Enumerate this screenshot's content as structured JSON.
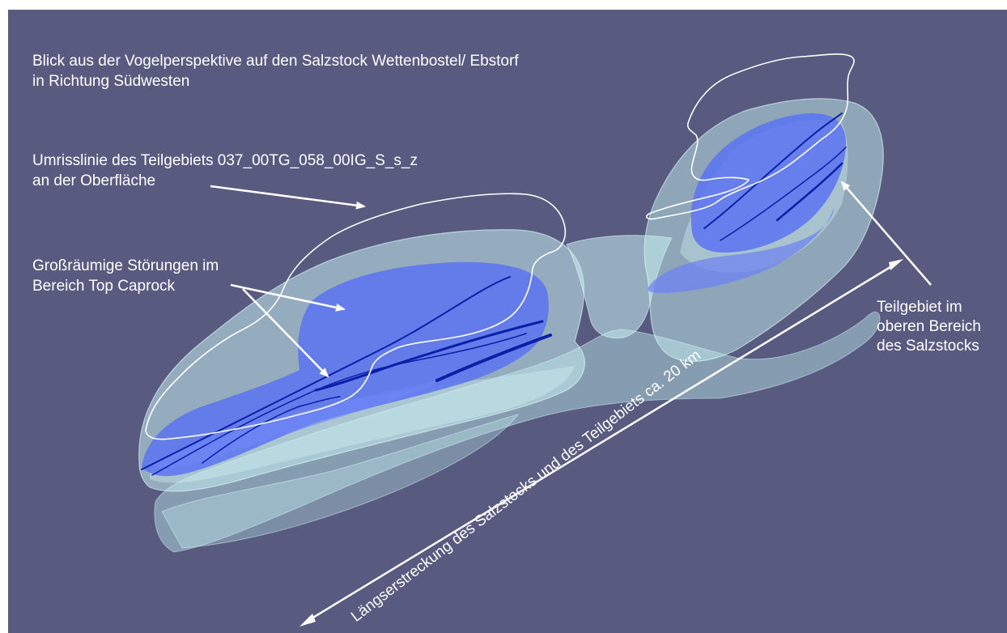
{
  "figure": {
    "title_lines": [
      "Blick aus der Vogelperspektive auf den  Salzstock Wettenbostel/ Ebstorf",
      "in Richtung Südwesten"
    ],
    "outline_label_lines": [
      "Umrisslinie des Teilgebiets 037_00TG_058_00IG_S_s_z",
      "an der Oberfläche"
    ],
    "faults_label_lines": [
      "Großräumige Störungen im",
      "Bereich Top Caprock"
    ],
    "subarea_label_lines": [
      "Teilgebiet im",
      "oberen Bereich",
      "des Salzstocks"
    ],
    "extent_label": "Längserstreckung des Salzstocks und des Teilgebiets ca. 20 km"
  },
  "colors": {
    "background": "#585a80",
    "salt_dome_body": "#bfeeee",
    "subarea_fill": "#5b73f2",
    "fault_lines": "#0a1fa8",
    "annotation": "#ffffff"
  }
}
